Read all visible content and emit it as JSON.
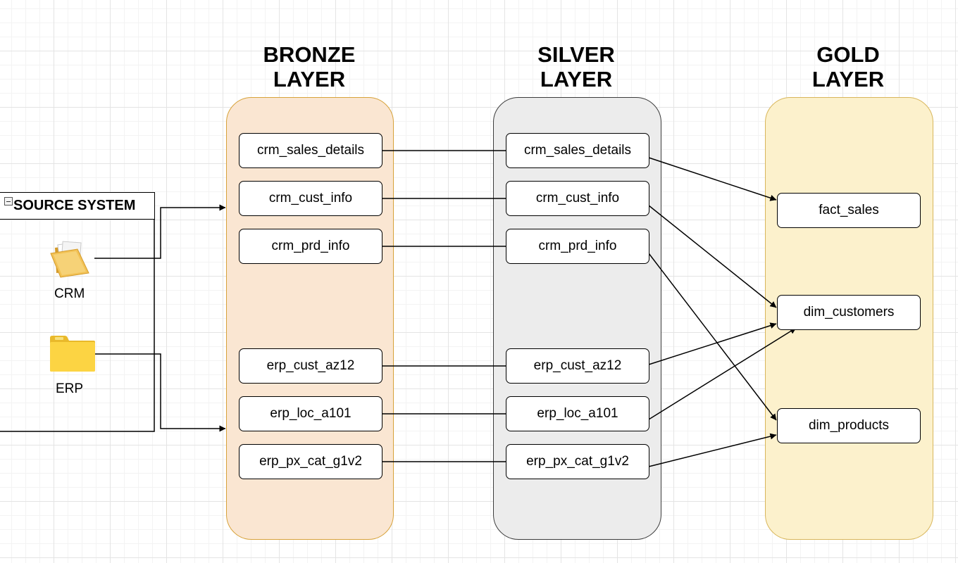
{
  "layers": {
    "bronze": {
      "title": "BRONZE\nLAYER",
      "color": "#fae6d2"
    },
    "silver": {
      "title": "SILVER\nLAYER",
      "color": "#ececec"
    },
    "gold": {
      "title": "GOLD\nLAYER",
      "color": "#fcf1cc"
    }
  },
  "bronze_tables": [
    "crm_sales_details",
    "crm_cust_info",
    "crm_prd_info",
    "erp_cust_az12",
    "erp_loc_a101",
    "erp_px_cat_g1v2"
  ],
  "silver_tables": [
    "crm_sales_details",
    "crm_cust_info",
    "crm_prd_info",
    "erp_cust_az12",
    "erp_loc_a101",
    "erp_px_cat_g1v2"
  ],
  "gold_tables": [
    "fact_sales",
    "dim_customers",
    "dim_products"
  ],
  "source_system": {
    "title": "SOURCE SYSTEM",
    "systems": [
      {
        "label": "CRM",
        "icon": "open-folder-icon"
      },
      {
        "label": "ERP",
        "icon": "folder-icon"
      }
    ]
  },
  "silver_to_gold": [
    {
      "from": "crm_sales_details",
      "to": "fact_sales"
    },
    {
      "from": "crm_cust_info",
      "to": "dim_customers"
    },
    {
      "from": "crm_prd_info",
      "to": "dim_products"
    },
    {
      "from": "erp_cust_az12",
      "to": "dim_customers"
    },
    {
      "from": "erp_loc_a101",
      "to": "dim_customers"
    },
    {
      "from": "erp_px_cat_g1v2",
      "to": "dim_products"
    }
  ]
}
